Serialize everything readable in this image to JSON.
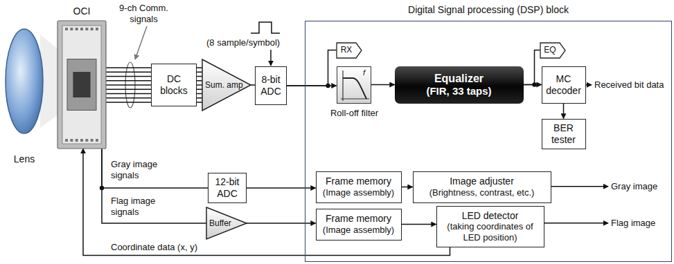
{
  "diagram": {
    "nodes": [
      {
        "text": [
          "Lens"
        ]
      },
      {
        "text": [
          "OCI"
        ]
      },
      {
        "text": [
          "DC blocks"
        ]
      },
      {
        "text": [
          "Sum. amp"
        ]
      },
      {
        "text": [
          "8-bit ADC"
        ]
      },
      {
        "text": [
          "Digital Signal processing (DSP) block"
        ]
      },
      {
        "text": [
          "RX"
        ],
        "in": 5
      },
      {
        "text": [
          "Roll-off filter"
        ],
        "in": 5
      },
      {
        "text": [
          "Equalizer",
          "(FIR, 33 taps)"
        ],
        "in": 5
      },
      {
        "text": [
          "EQ"
        ],
        "in": 5
      },
      {
        "text": [
          "MC decoder"
        ],
        "in": 5
      },
      {
        "text": [
          "BER tester"
        ],
        "in": 5
      },
      {
        "text": [
          "12-bit ADC"
        ]
      },
      {
        "text": [
          "Frame memory",
          "(Image assembly)"
        ],
        "in": 5
      },
      {
        "text": [
          "Image adjuster",
          "(Brightness, contrast, etc.)"
        ],
        "in": 5
      },
      {
        "text": [
          "Buffer"
        ]
      },
      {
        "text": [
          "Frame memory",
          "(Image assembly)"
        ],
        "in": 5
      },
      {
        "text": [
          "LED detector",
          "(taking coordinates of LED position)"
        ],
        "in": 5
      }
    ],
    "edges": [
      {
        "from": 1,
        "to": 2,
        "arrow": "none"
      },
      {
        "from": 2,
        "to": 3,
        "arrow": "none"
      },
      {
        "from": 3,
        "to": 4,
        "arrow": "none"
      },
      {
        "from": 4,
        "to": 7,
        "arrow": "to"
      },
      {
        "from": 4,
        "to": 6,
        "arrow": "none"
      },
      {
        "from": 7,
        "to": 8,
        "arrow": "to"
      },
      {
        "from": 8,
        "to": 10,
        "arrow": "to"
      },
      {
        "from": 8,
        "to": 9,
        "arrow": "none"
      },
      {
        "from": 10,
        "to": 11,
        "arrow": "to"
      },
      {
        "from": 1,
        "to": 12,
        "arrow": "none"
      },
      {
        "from": 12,
        "to": 13,
        "arrow": "to"
      },
      {
        "from": 13,
        "to": 14,
        "arrow": "to"
      },
      {
        "from": 1,
        "to": 15,
        "arrow": "none"
      },
      {
        "from": 15,
        "to": 16,
        "arrow": "to"
      },
      {
        "from": 16,
        "to": 17,
        "arrow": "to"
      },
      {
        "from": 17,
        "to": 1,
        "arrow": "to"
      }
    ],
    "labels": [
      "9-ch Comm. signals",
      "(8 sample/symbol)",
      "f",
      "Received bit data",
      "Gray image signals",
      "Gray image",
      "Flag image signals",
      "Flag image",
      "Coordinate data (x, y)"
    ]
  }
}
